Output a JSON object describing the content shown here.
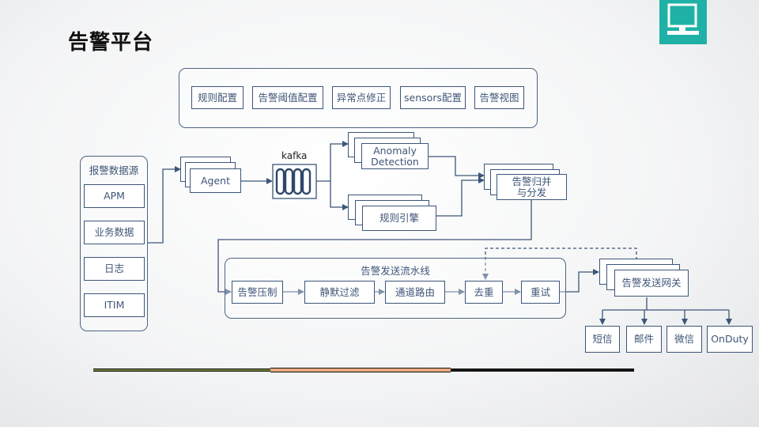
{
  "title": "告警平台",
  "config_group": {
    "items": [
      "规则配置",
      "告警阈值配置",
      "异常点修正",
      "sensors配置",
      "告警视图"
    ]
  },
  "sources": {
    "title": "报警数据源",
    "items": [
      "APM",
      "业务数据",
      "日志",
      "ITIM"
    ]
  },
  "agent_label": "Agent",
  "kafka_label": "kafka",
  "anomaly_label": "Anomaly\nDetection",
  "rule_engine_label": "规则引擎",
  "merge_label": "告警归并\n与分发",
  "pipeline": {
    "title": "告警发送流水线",
    "steps": [
      "告警压制",
      "静默过滤",
      "通道路由",
      "去重",
      "重试"
    ]
  },
  "gateway_label": "告警发送网关",
  "channels": [
    "短信",
    "邮件",
    "微信",
    "OnDuty"
  ],
  "colors": {
    "line": "#3c5678",
    "text": "#3f5677",
    "tile": "#20b1a6"
  }
}
